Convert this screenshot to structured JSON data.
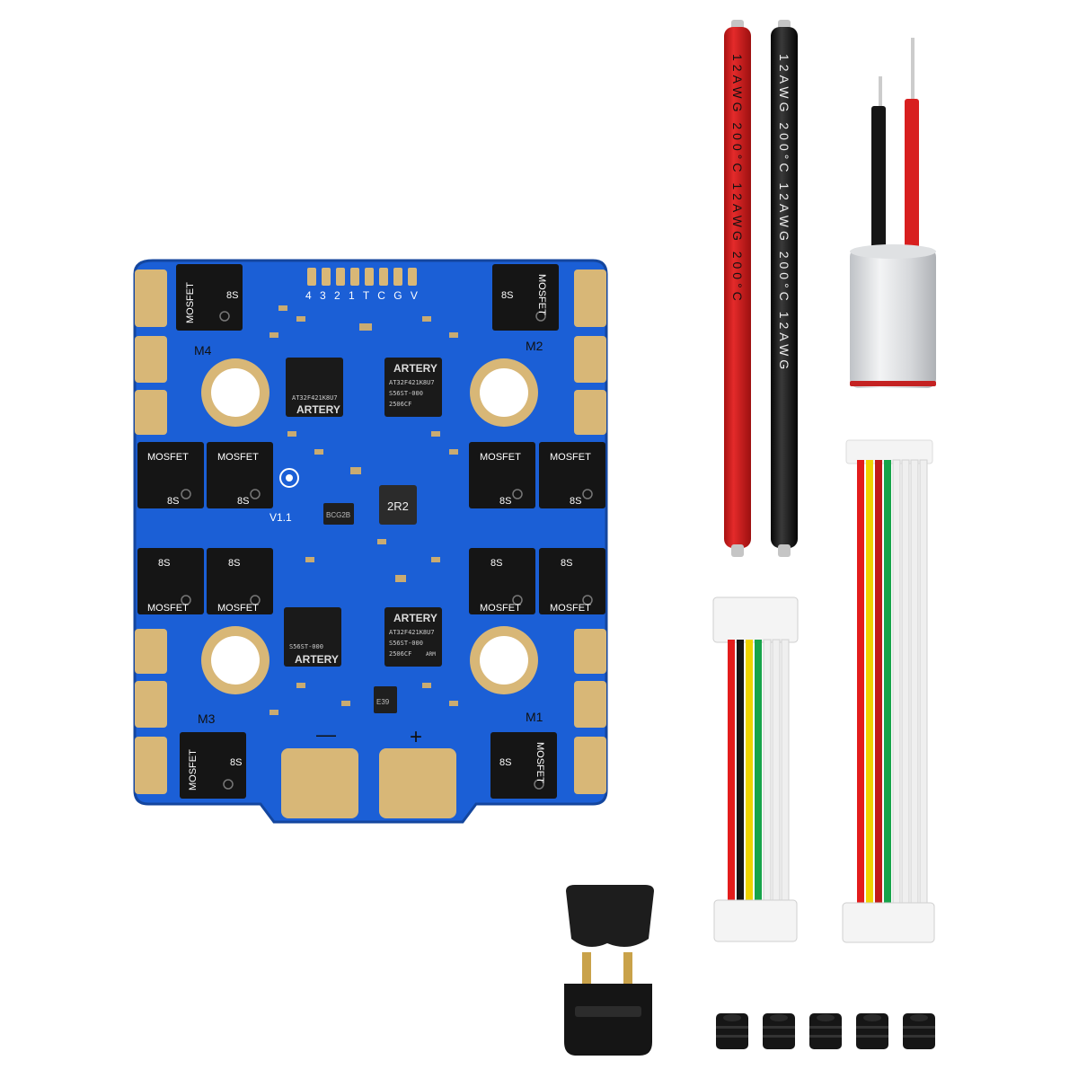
{
  "board": {
    "header_pins": "4 3 2 1 T C G V",
    "version": "V1.1",
    "mosfet_label": "MOSFET",
    "mosfet_rating": "8S",
    "motors": {
      "m1": "M1",
      "m2": "M2",
      "m3": "M3",
      "m4": "M4"
    },
    "pad_minus": "—",
    "pad_plus": "+",
    "mcu": {
      "brand": "ARTERY",
      "part": "AT32F421K8U7",
      "code": "S56ST-000",
      "date": "2506CF",
      "arm": "ARM"
    },
    "inductor": "2R2",
    "small_chip": "BCG2B",
    "tiny_chip": "E39"
  },
  "wires": {
    "red_marking": "12AWG 200°C 12AWG 200°C",
    "black_marking": "12AWG 200°C 12AWG 200°C 12AWG"
  },
  "colors": {
    "pcb": "#1b5fd6",
    "gold": "#d8b777",
    "red_wire": "#d81f1f",
    "black_wire": "#161616"
  }
}
